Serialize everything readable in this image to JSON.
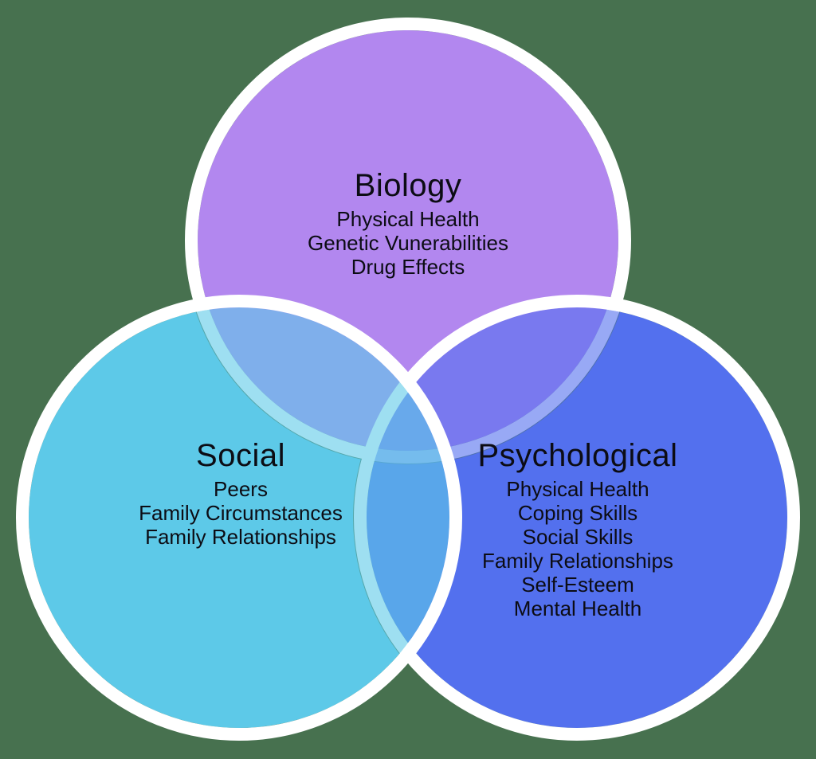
{
  "page": {
    "background_color": "#47714F",
    "text_color": "#0C0C14"
  },
  "diagram": {
    "type": "venn",
    "ring_color": "#FFFFFF",
    "overlap_opacity": "0.6",
    "circles": [
      {
        "id": "biology",
        "label": "Biology",
        "color": "#B287EF",
        "items": [
          "Physical Health",
          "Genetic Vunerabilities",
          "Drug Effects"
        ]
      },
      {
        "id": "social",
        "label": "Social",
        "color": "#5EC9E8",
        "items": [
          "Peers",
          "Family Circumstances",
          "Family Relationships"
        ]
      },
      {
        "id": "psychological",
        "label": "Psychological",
        "color": "#5370EE",
        "items": [
          "Physical Health",
          "Coping Skills",
          "Social Skills",
          "Family Relationships",
          "Self-Esteem",
          "Mental Health"
        ]
      }
    ]
  }
}
